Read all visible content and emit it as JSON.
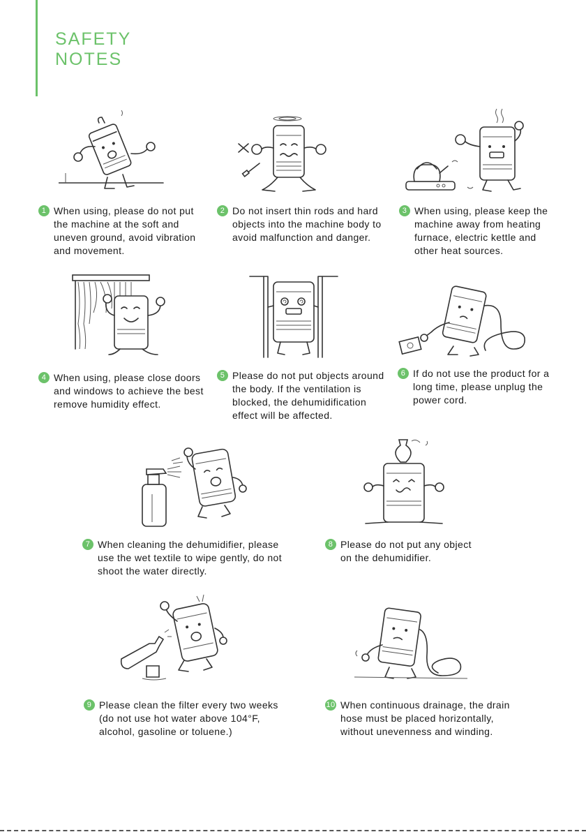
{
  "header": {
    "title_line1": "SAFETY",
    "title_line2": "NOTES"
  },
  "colors": {
    "accent": "#6cc26a",
    "ink": "#1a1a1a"
  },
  "notes": [
    {
      "num": "1",
      "text": "When using, please do not put\nthe machine at the soft and\nuneven ground, avoid vibration\nand movement.",
      "illustration": "unit-falling-on-uneven-ground"
    },
    {
      "num": "2",
      "text": "Do not insert thin rods and hard\nobjects into the machine body to\navoid malfunction and danger.",
      "illustration": "unit-with-screwdriver"
    },
    {
      "num": "3",
      "text": "When using, please keep the\nmachine away from heating\nfurnace, electric kettle and\nother heat sources.",
      "illustration": "unit-near-kettle"
    },
    {
      "num": "4",
      "text": "When using, please close doors\nand windows to achieve the best\nremove humidity effect.",
      "illustration": "unit-by-window"
    },
    {
      "num": "5",
      "text": "Please do not put objects around\nthe body. If the ventilation is\nblocked, the dehumidification\neffect will be affected.",
      "illustration": "unit-between-walls"
    },
    {
      "num": "6",
      "text": "If do not use the product for a\nlong time, please unplug the\npower cord.",
      "illustration": "unit-unplugging"
    },
    {
      "num": "7",
      "text": "When cleaning the dehumidifier, please\nuse the wet textile to wipe gently, do not\nshoot the water directly.",
      "illustration": "unit-sprayed-with-water"
    },
    {
      "num": "8",
      "text": "Please do not put any object\non the dehumidifier.",
      "illustration": "unit-with-vase-on-top"
    },
    {
      "num": "9",
      "text": "Please clean the filter every two weeks\n(do not use hot water above 104°F,\nalcohol,  gasoline or toluene.)",
      "illustration": "unit-with-bottle"
    },
    {
      "num": "10",
      "text": "When continuous drainage, the drain\nhose must be placed horizontally,\nwithout unevenness and winding.",
      "illustration": "unit-with-hose"
    }
  ]
}
